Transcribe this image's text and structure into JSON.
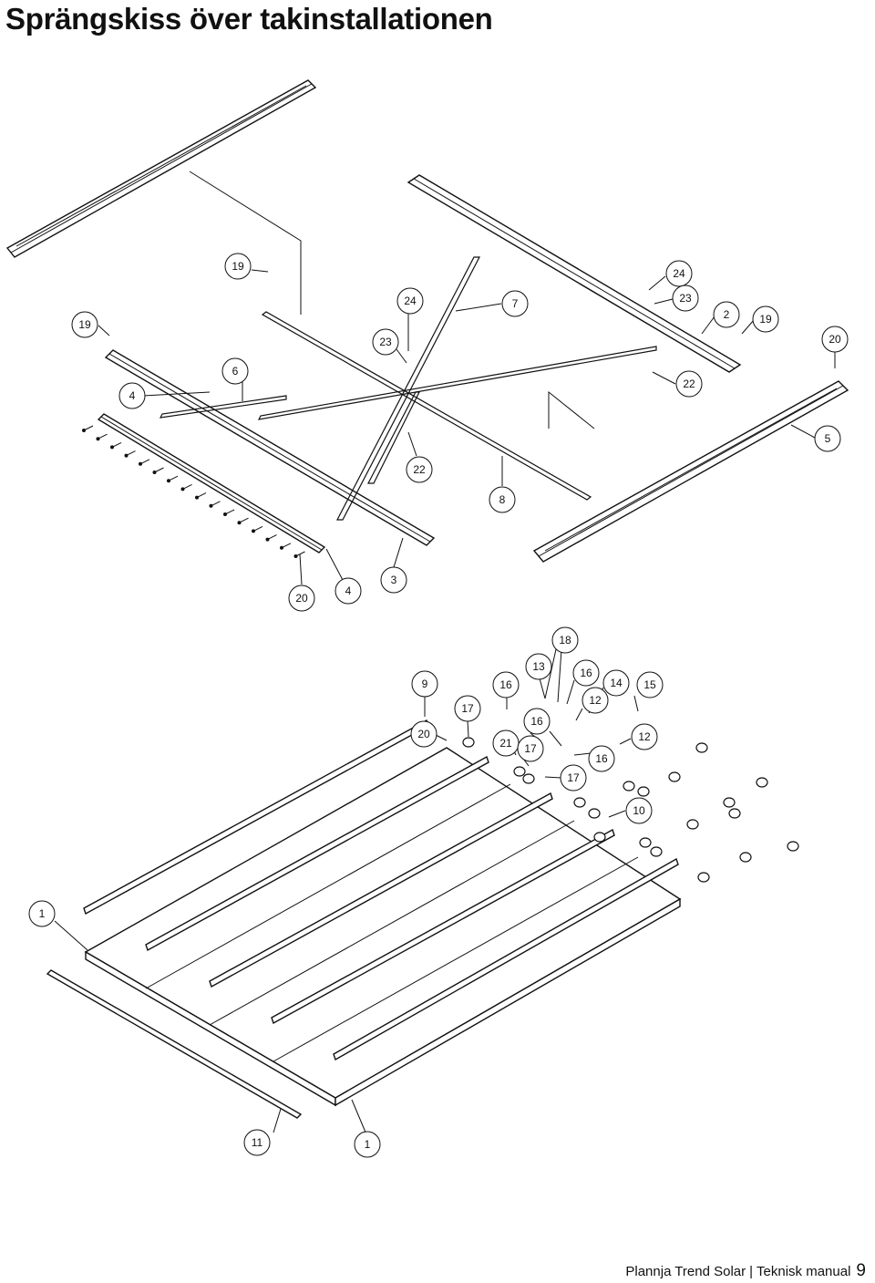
{
  "page": {
    "title": "Sprängskiss över takinstallationen"
  },
  "callouts": {
    "c19a": "19",
    "c19b": "19",
    "c19c": "19",
    "c24a": "24",
    "c24b": "24",
    "c7": "7",
    "c23a": "23",
    "c23b": "23",
    "c2": "2",
    "c20a": "20",
    "c20b": "20",
    "c20c": "20",
    "c4a": "4",
    "c4b": "4",
    "c6": "6",
    "c22a": "22",
    "c22b": "22",
    "c5": "5",
    "c8": "8",
    "c3": "3",
    "c18": "18",
    "c9": "9",
    "c13": "13",
    "c16a": "16",
    "c16b": "16",
    "c16c": "16",
    "c16d": "16",
    "c14": "14",
    "c15": "15",
    "c17a": "17",
    "c17b": "17",
    "c17c": "17",
    "c12a": "12",
    "c12b": "12",
    "c21": "21",
    "c10": "10",
    "c1a": "1",
    "c1b": "1",
    "c11": "11"
  },
  "footer": {
    "doc": "Plannja Trend Solar",
    "manual": "Teknisk manual",
    "separator": "|",
    "page_number": "9"
  }
}
